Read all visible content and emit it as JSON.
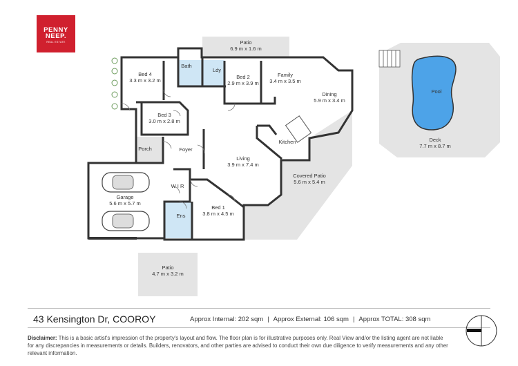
{
  "logo": {
    "line1": "PENNY",
    "line2": "NEEP.",
    "tagline": "REAL ESTATE",
    "color": "#d0202e"
  },
  "rooms": {
    "patio_top": {
      "name": "Patio",
      "dims": "6.9 m x 1.6 m"
    },
    "bed4": {
      "name": "Bed 4",
      "dims": "3.3 m x 3.2 m"
    },
    "bath": {
      "name": "Bath"
    },
    "ldy": {
      "name": "Ldy"
    },
    "bed2": {
      "name": "Bed 2",
      "dims": "2.9 m x 3.9 m"
    },
    "family": {
      "name": "Family",
      "dims": "3.4 m x 3.5 m"
    },
    "dining": {
      "name": "Dining",
      "dims": "5.9 m x 3.4 m"
    },
    "bed3": {
      "name": "Bed 3",
      "dims": "3.0 m x 2.8 m"
    },
    "kitchen": {
      "name": "Kitchen"
    },
    "porch": {
      "name": "Porch"
    },
    "foyer": {
      "name": "Foyer"
    },
    "living": {
      "name": "Living",
      "dims": "3.9 m x 7.4 m"
    },
    "covered_patio": {
      "name": "Covered Patio",
      "dims": "5.6 m x 5.4 m"
    },
    "wir": {
      "name": "W I R"
    },
    "garage": {
      "name": "Garage",
      "dims": "5.6 m x 5.7 m"
    },
    "bed1": {
      "name": "Bed 1",
      "dims": "3.8 m x 4.5 m"
    },
    "ens": {
      "name": "Ens"
    },
    "patio_bottom": {
      "name": "Patio",
      "dims": "4.7 m x 3.2 m"
    },
    "pool": {
      "name": "Pool"
    },
    "deck": {
      "name": "Deck",
      "dims": "7.7 m x 8.7 m"
    }
  },
  "footer": {
    "address": "43 Kensington Dr, COOROY",
    "internal": "Approx Internal: 202 sqm",
    "external": "Approx External: 106 sqm",
    "total": "Approx TOTAL: 308 sqm",
    "separator": "|",
    "disclaimer_label": "Disclaimer:",
    "disclaimer_text": "This is a basic artist's impression of the property's layout and flow. The floor plan is for illustrative purposes only. Real View and/or the listing agent are not liable for any discrepancies in measurements or details. Builders, renovators, and other parties are advised to conduct their own due diligence to verify measurements and any other relevant information."
  },
  "colors": {
    "wall": "#333333",
    "outdoor": "#e4e4e4",
    "wet": "#cfe6f5",
    "pool": "#4da3e8",
    "brand": "#d0202e"
  }
}
